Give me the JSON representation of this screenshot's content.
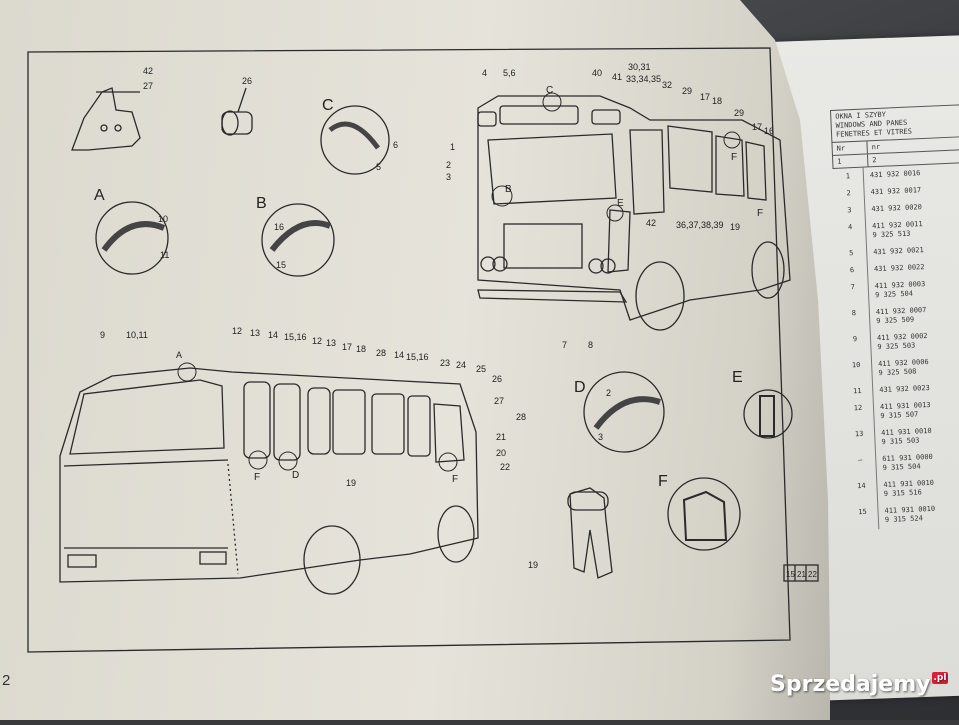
{
  "page": {
    "number": "2",
    "watermark": "Sprzedajemy",
    "watermark_tld": ".pl"
  },
  "details": {
    "A": {
      "letter": "A",
      "parts": [
        "10",
        "11"
      ]
    },
    "B": {
      "letter": "B",
      "parts": [
        "16",
        "15"
      ]
    },
    "C": {
      "letter": "C",
      "parts": [
        "6",
        "5"
      ]
    },
    "D": {
      "letter": "D",
      "parts": [
        "2",
        "3"
      ]
    },
    "E": {
      "letter": "E"
    },
    "F": {
      "letter": "F"
    }
  },
  "small_parts": {
    "knob_labels": [
      "42",
      "27"
    ],
    "bolt_label": "26",
    "handle_label": "19"
  },
  "front_view": {
    "left_labels": [
      "1",
      "2",
      "3"
    ],
    "top_labels": [
      "4",
      "5,6",
      "C",
      "30,31",
      "33,34,35",
      "40",
      "41",
      "32",
      "29",
      "17",
      "18",
      "29",
      "17",
      "16"
    ],
    "bottom_labels": [
      "7",
      "8"
    ],
    "window_labels": [
      "42",
      "36,37,38,39",
      "19"
    ],
    "detail_markers": [
      "B",
      "E",
      "F",
      "F"
    ]
  },
  "side_view": {
    "top_labels": [
      "9",
      "10,11",
      "A",
      "12",
      "13",
      "14",
      "15,16",
      "12",
      "13",
      "17",
      "18",
      "28",
      "14",
      "15,16",
      "23",
      "24",
      "25",
      "26",
      "27",
      "28",
      "21",
      "20",
      "22"
    ],
    "window_markers": [
      "F",
      "D",
      "19",
      "F"
    ],
    "figure_refs": [
      "15",
      "21",
      "22"
    ]
  },
  "parts_table": {
    "title_lines": [
      "OKNA I SZYBY",
      "WINDOWS AND PANES",
      "FENETRES ET VITRES"
    ],
    "col_headers": [
      "Nr",
      "nr"
    ],
    "col_numbers": [
      "1",
      "2"
    ],
    "rows": [
      {
        "pos": "1",
        "code": "431 932 0016"
      },
      {
        "pos": "2",
        "code": "431 932 0017"
      },
      {
        "pos": "3",
        "code": "431 932 0020"
      },
      {
        "pos": "4",
        "code": "411 932 0011\n9 325 513"
      },
      {
        "pos": "5",
        "code": "431 932 0021"
      },
      {
        "pos": "6",
        "code": "431 932 0022"
      },
      {
        "pos": "7",
        "code": "411 932 0003\n9 325 504"
      },
      {
        "pos": "8",
        "code": "411 932 0007\n9 325 509"
      },
      {
        "pos": "9",
        "code": "411 932 0002\n9 325 503"
      },
      {
        "pos": "10",
        "code": "411 932 0006\n9 325 508"
      },
      {
        "pos": "11",
        "code": "431 932 0023"
      },
      {
        "pos": "12",
        "code": "411 931 0013\n9 315 507"
      },
      {
        "pos": "13",
        "code": "411 931 0010\n9 315 503"
      },
      {
        "pos": "–",
        "code": "611 931 0000\n9 315 504"
      },
      {
        "pos": "14",
        "code": "411 931 0010\n9 315 516"
      },
      {
        "pos": "15",
        "code": "411 931 0010\n9 315 524"
      }
    ]
  }
}
